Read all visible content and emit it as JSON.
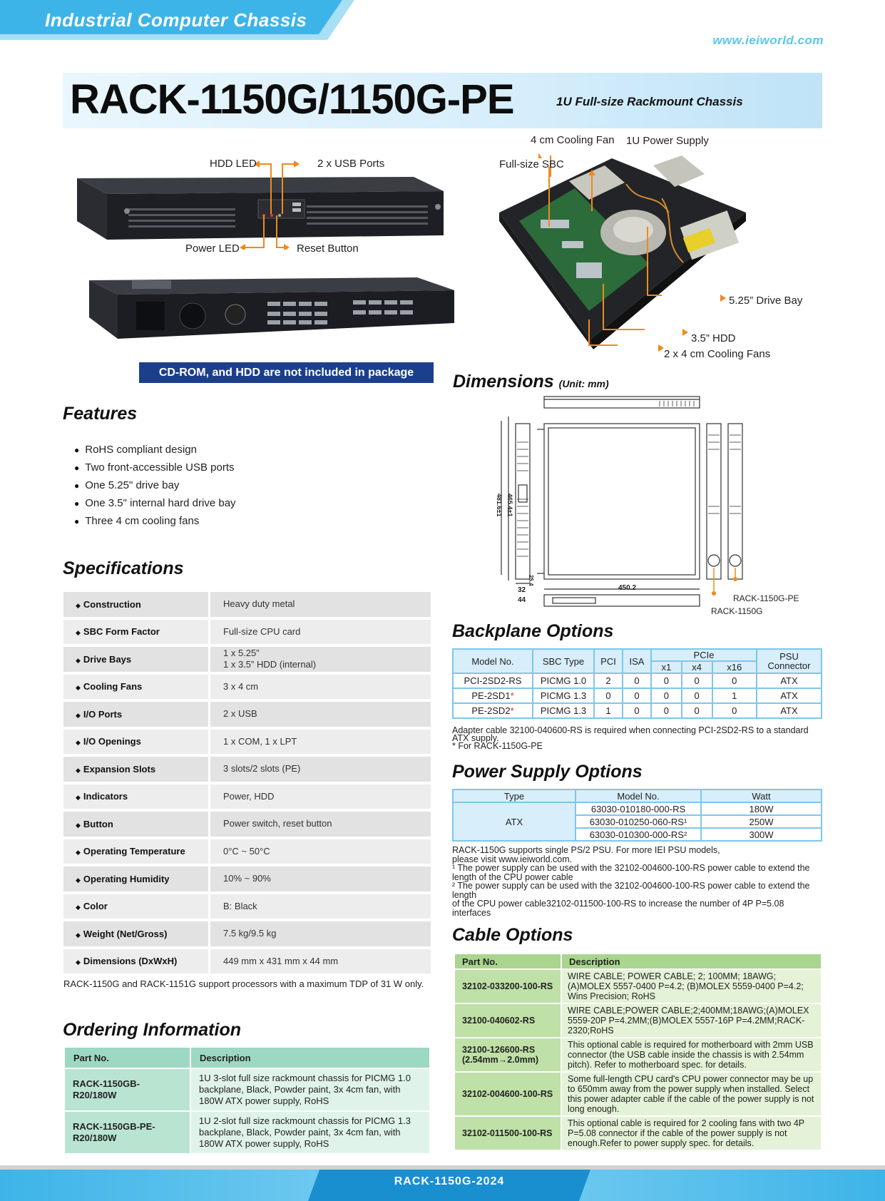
{
  "header": {
    "category": "Industrial Computer Chassis",
    "website": "www.ieiworld.com",
    "model": "RACK-1150G/1150G-PE",
    "subtitle": "1U Full-size Rackmount Chassis"
  },
  "front_callouts": {
    "hdd_led": "HDD LED",
    "usb_ports": "2 x USB Ports",
    "power_led": "Power LED",
    "reset_button": "Reset Button"
  },
  "inner_callouts": {
    "cooling_fan": "4 cm Cooling Fan",
    "power_supply": "1U Power Supply",
    "sbc": "Full-size SBC",
    "drive_bay": "5.25” Drive Bay",
    "hdd": "3.5” HDD",
    "cooling_fans": "2 x 4 cm Cooling Fans"
  },
  "package_note": "CD-ROM, and HDD are not included in package",
  "features": {
    "title": "Features",
    "items": [
      "RoHS compliant design",
      "Two front-accessible USB ports",
      "One 5.25\" drive bay",
      "One 3.5\" internal hard drive bay",
      "Three 4 cm cooling fans"
    ]
  },
  "specifications": {
    "title": "Specifications",
    "rows": [
      {
        "key": "Construction",
        "value": "Heavy duty metal"
      },
      {
        "key": "SBC Form Factor",
        "value": "Full-size CPU card"
      },
      {
        "key": "Drive Bays",
        "value": "1 x 5.25”",
        "value2": "1 x 3.5” HDD (internal)"
      },
      {
        "key": "Cooling Fans",
        "value": "3 x 4 cm"
      },
      {
        "key": "I/O Ports",
        "value": "2 x USB"
      },
      {
        "key": "I/O Openings",
        "value": "1 x COM, 1 x LPT"
      },
      {
        "key": "Expansion Slots",
        "value": "3 slots/2 slots (PE)"
      },
      {
        "key": "Indicators",
        "value": "Power, HDD"
      },
      {
        "key": "Button",
        "value": "Power switch, reset button"
      },
      {
        "key": "Operating Temperature",
        "value": "0°C ~ 50°C"
      },
      {
        "key": "Operating Humidity",
        "value": "10% ~ 90%"
      },
      {
        "key": "Color",
        "value": "B: Black"
      },
      {
        "key": "Weight (Net/Gross)",
        "value": "7.5 kg/9.5 kg"
      },
      {
        "key": "Dimensions (DxWxH)",
        "value": "449 mm x 431 mm x 44 mm"
      }
    ],
    "note": "RACK-1150G and RACK-1151G support processors with a maximum TDP of 31 W only."
  },
  "ordering": {
    "title": "Ordering Information",
    "headers": [
      "Part No.",
      "Description"
    ],
    "rows": [
      {
        "part": "RACK-1150GB-R20/180W",
        "desc": "1U 3-slot full size rackmount chassis for PICMG 1.0 backplane, Black, Powder paint, 3x 4cm fan, with 180W ATX power supply, RoHS"
      },
      {
        "part": "RACK-1150GB-PE-R20/180W",
        "desc": "1U 2-slot full size rackmount chassis for PICMG 1.3 backplane, Black, Powder paint, 3x 4cm fan, with 180W ATX power supply, RoHS"
      }
    ]
  },
  "dimensions": {
    "title": "Dimensions",
    "unit": "(Unit: mm)",
    "labels": {
      "depth": "450.2",
      "height_a": "32",
      "height_b": "44",
      "width_a": "465.4±1",
      "width_b": "481.6±1",
      "thk": "25.4",
      "pe_label": "RACK-1150G-PE",
      "g_label": "RACK-1150G"
    }
  },
  "backplane": {
    "title": "Backplane Options",
    "headers": {
      "model": "Model No.",
      "sbc": "SBC Type",
      "pci": "PCI",
      "isa": "ISA",
      "pcie": "PCIe",
      "x1": "x1",
      "x4": "x4",
      "x16": "x16",
      "psu": "PSU Connector"
    },
    "rows": [
      {
        "model": "PCI-2SD2-RS",
        "mark": "",
        "sbc": "PICMG 1.0",
        "pci": "2",
        "isa": "0",
        "x1": "0",
        "x4": "0",
        "x16": "0",
        "psu": "ATX"
      },
      {
        "model": "PE-2SD1",
        "mark": "*",
        "sbc": "PICMG 1.3",
        "pci": "0",
        "isa": "0",
        "x1": "0",
        "x4": "0",
        "x16": "1",
        "psu": "ATX"
      },
      {
        "model": "PE-2SD2",
        "mark": "*",
        "sbc": "PICMG 1.3",
        "pci": "1",
        "isa": "0",
        "x1": "0",
        "x4": "0",
        "x16": "0",
        "psu": "ATX"
      }
    ],
    "note1": "Adapter cable 32100-040600-RS is required when connecting PCI-2SD2-RS to a standard ATX supply.",
    "note2": "* For RACK-1150G-PE"
  },
  "power_supply": {
    "title": "Power Supply Options",
    "headers": [
      "Type",
      "Model No.",
      "Watt"
    ],
    "type": "ATX",
    "rows": [
      {
        "model": "63030-010180-000-RS",
        "watt": "180W"
      },
      {
        "model": "63030-010250-060-RS¹",
        "watt": "250W"
      },
      {
        "model": "63030-010300-000-RS²",
        "watt": "300W"
      }
    ],
    "notes": [
      "RACK-1150G supports single PS/2 PSU. For more IEI PSU models,",
      "please visit www.ieiworld.com.",
      "¹ The power supply can be used with the 32102-004600-100-RS power cable to extend the",
      "length of the CPU power cable",
      "² The power supply can be used with the 32102-004600-100-RS power cable to extend the",
      "length",
      "of the CPU power cable32102-011500-100-RS to increase the number of 4P P=5.08",
      "interfaces"
    ]
  },
  "cables": {
    "title": "Cable Options",
    "headers": [
      "Part No.",
      "Description"
    ],
    "rows": [
      {
        "part": "32102-033200-100-RS",
        "desc": "WIRE CABLE; POWER CABLE; 2; 100MM; 18AWG; (A)MOLEX 5557-0400 P=4.2; (B)MOLEX 5559-0400 P=4.2; Wins Precision; RoHS"
      },
      {
        "part": "32100-040602-RS",
        "desc": "WIRE CABLE;POWER CABLE;2;400MM;18AWG;(A)MOLEX 5559-20P P=4.2MM;(B)MOLEX 5557-16P P=4.2MM;RACK-2320;RoHS"
      },
      {
        "part": "32100-126600-RS (2.54mm→2.0mm)",
        "desc": "This optional cable is required for motherboard with 2mm USB connector (the USB cable inside the chassis is with 2.54mm pitch). Refer to motherboard spec. for details."
      },
      {
        "part": "32102-004600-100-RS",
        "desc": "Some full-length CPU card's CPU power connector may be up to 650mm away from the power supply when installed. Select this power adapter cable if the cable of the power supply is not long enough."
      },
      {
        "part": "32102-011500-100-RS",
        "desc": "This optional cable is required for 2 cooling fans with two 4P P=5.08 connector if the cable of the power supply is not enough.Refer to power supply spec. for details."
      }
    ]
  },
  "footer": {
    "code": "RACK-1150G-2024"
  },
  "colors": {
    "accent_blue": "#3db4e8",
    "orange": "#f08a1c",
    "navy": "#1c3f8c"
  }
}
